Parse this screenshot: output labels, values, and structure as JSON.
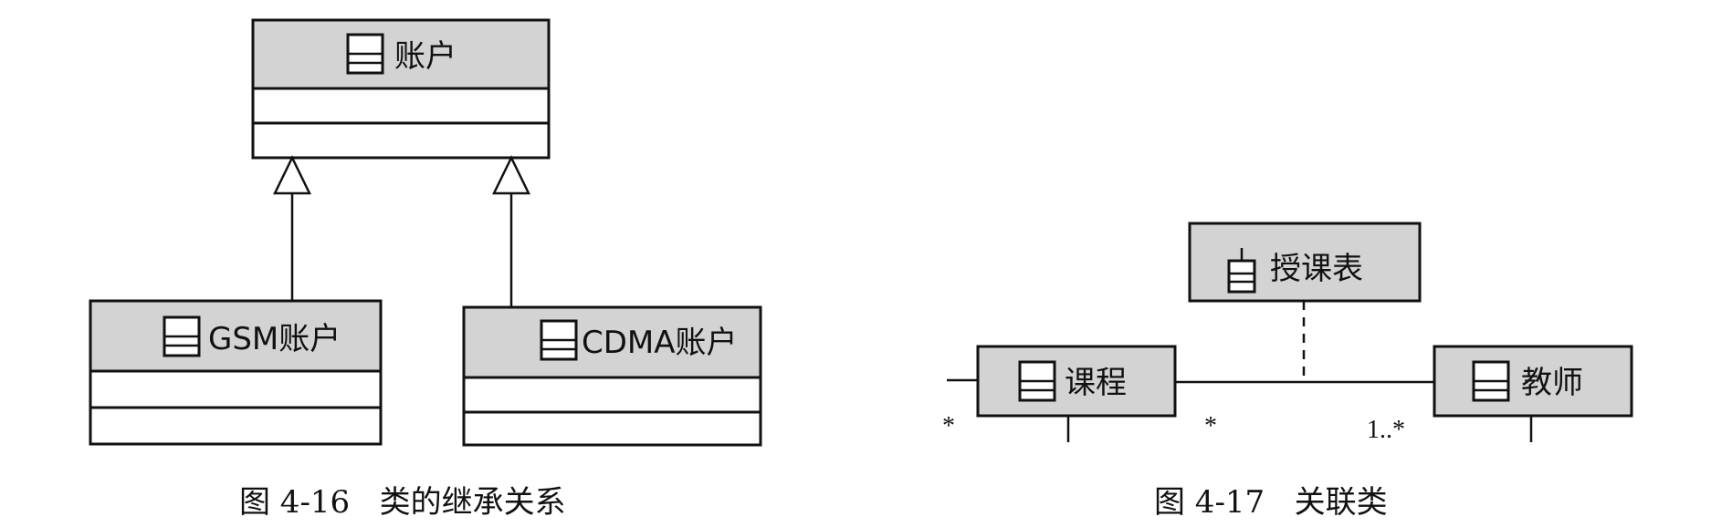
{
  "figure_4_16": {
    "parent_class": "账户",
    "child_classes": [
      "GSM账户",
      "CDMA账户"
    ],
    "caption": "图 4-16   类的继承关系"
  },
  "figure_4_17": {
    "association_class": "授课表",
    "class_left": "课程",
    "class_right": "教师",
    "mult_left_outer": "*",
    "mult_left_inner": "*",
    "mult_right": "1..*",
    "caption": "图 4-17   关联类"
  },
  "icons": [
    "class-icon",
    "association-class-icon"
  ]
}
